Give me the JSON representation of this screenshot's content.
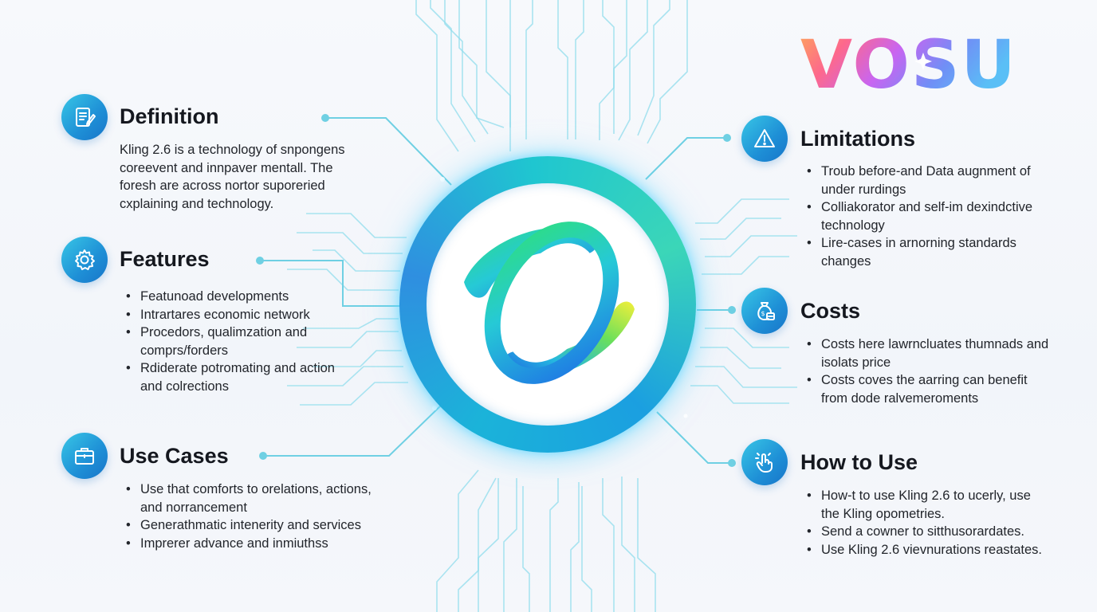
{
  "brand": {
    "logo_text": "VOSU"
  },
  "colors": {
    "accent": "#1e8fd6",
    "circuit_line": "#6fd0e3",
    "hub_ring": "#1bb3d9"
  },
  "sections": {
    "definition": {
      "title": "Definition",
      "icon": "document-pen-icon",
      "text": "Kling 2.6 is a technology of snpongens\ncoreevent and innpaver mentall. The\nforesh are across nortor suporeried\ncxplaining and technology."
    },
    "features": {
      "title": "Features",
      "icon": "gear-icon",
      "items": [
        "Featunoad developments",
        "Intrartares economic network",
        "Procedors, qualimzation and\ncomprs/forders",
        "Rdiderate potromating and action\nand colrections"
      ]
    },
    "use_cases": {
      "title": "Use Cases",
      "icon": "briefcase-icon",
      "items": [
        "Use that comforts to orelations, actions,\nand norrancement",
        "Generathmatic intenerity and services",
        "Imprerer advance and inmiuthss"
      ]
    },
    "limitations": {
      "title": "Limitations",
      "icon": "warning-icon",
      "items": [
        "Troub before-and Data augnment of\nunder rurdings",
        "Colliakorator and self-im dexindctive\ntechnology",
        "Lire-cases in arnorning standards\nchanges"
      ]
    },
    "costs": {
      "title": "Costs",
      "icon": "money-bag-icon",
      "items": [
        "Costs here lawrncluates thumnads and\nisolats price",
        "Costs coves the aarring can benefit\nfrom dode ralvemeroments"
      ]
    },
    "how_to_use": {
      "title": "How to Use",
      "icon": "hand-tap-icon",
      "items": [
        "How-t to use Kling 2.6 to ucerly, use\nthe Kling opometries.",
        "Send a cowner to sitthusorardates.",
        "Use Kling 2.6 vievnurations reastates."
      ]
    }
  }
}
